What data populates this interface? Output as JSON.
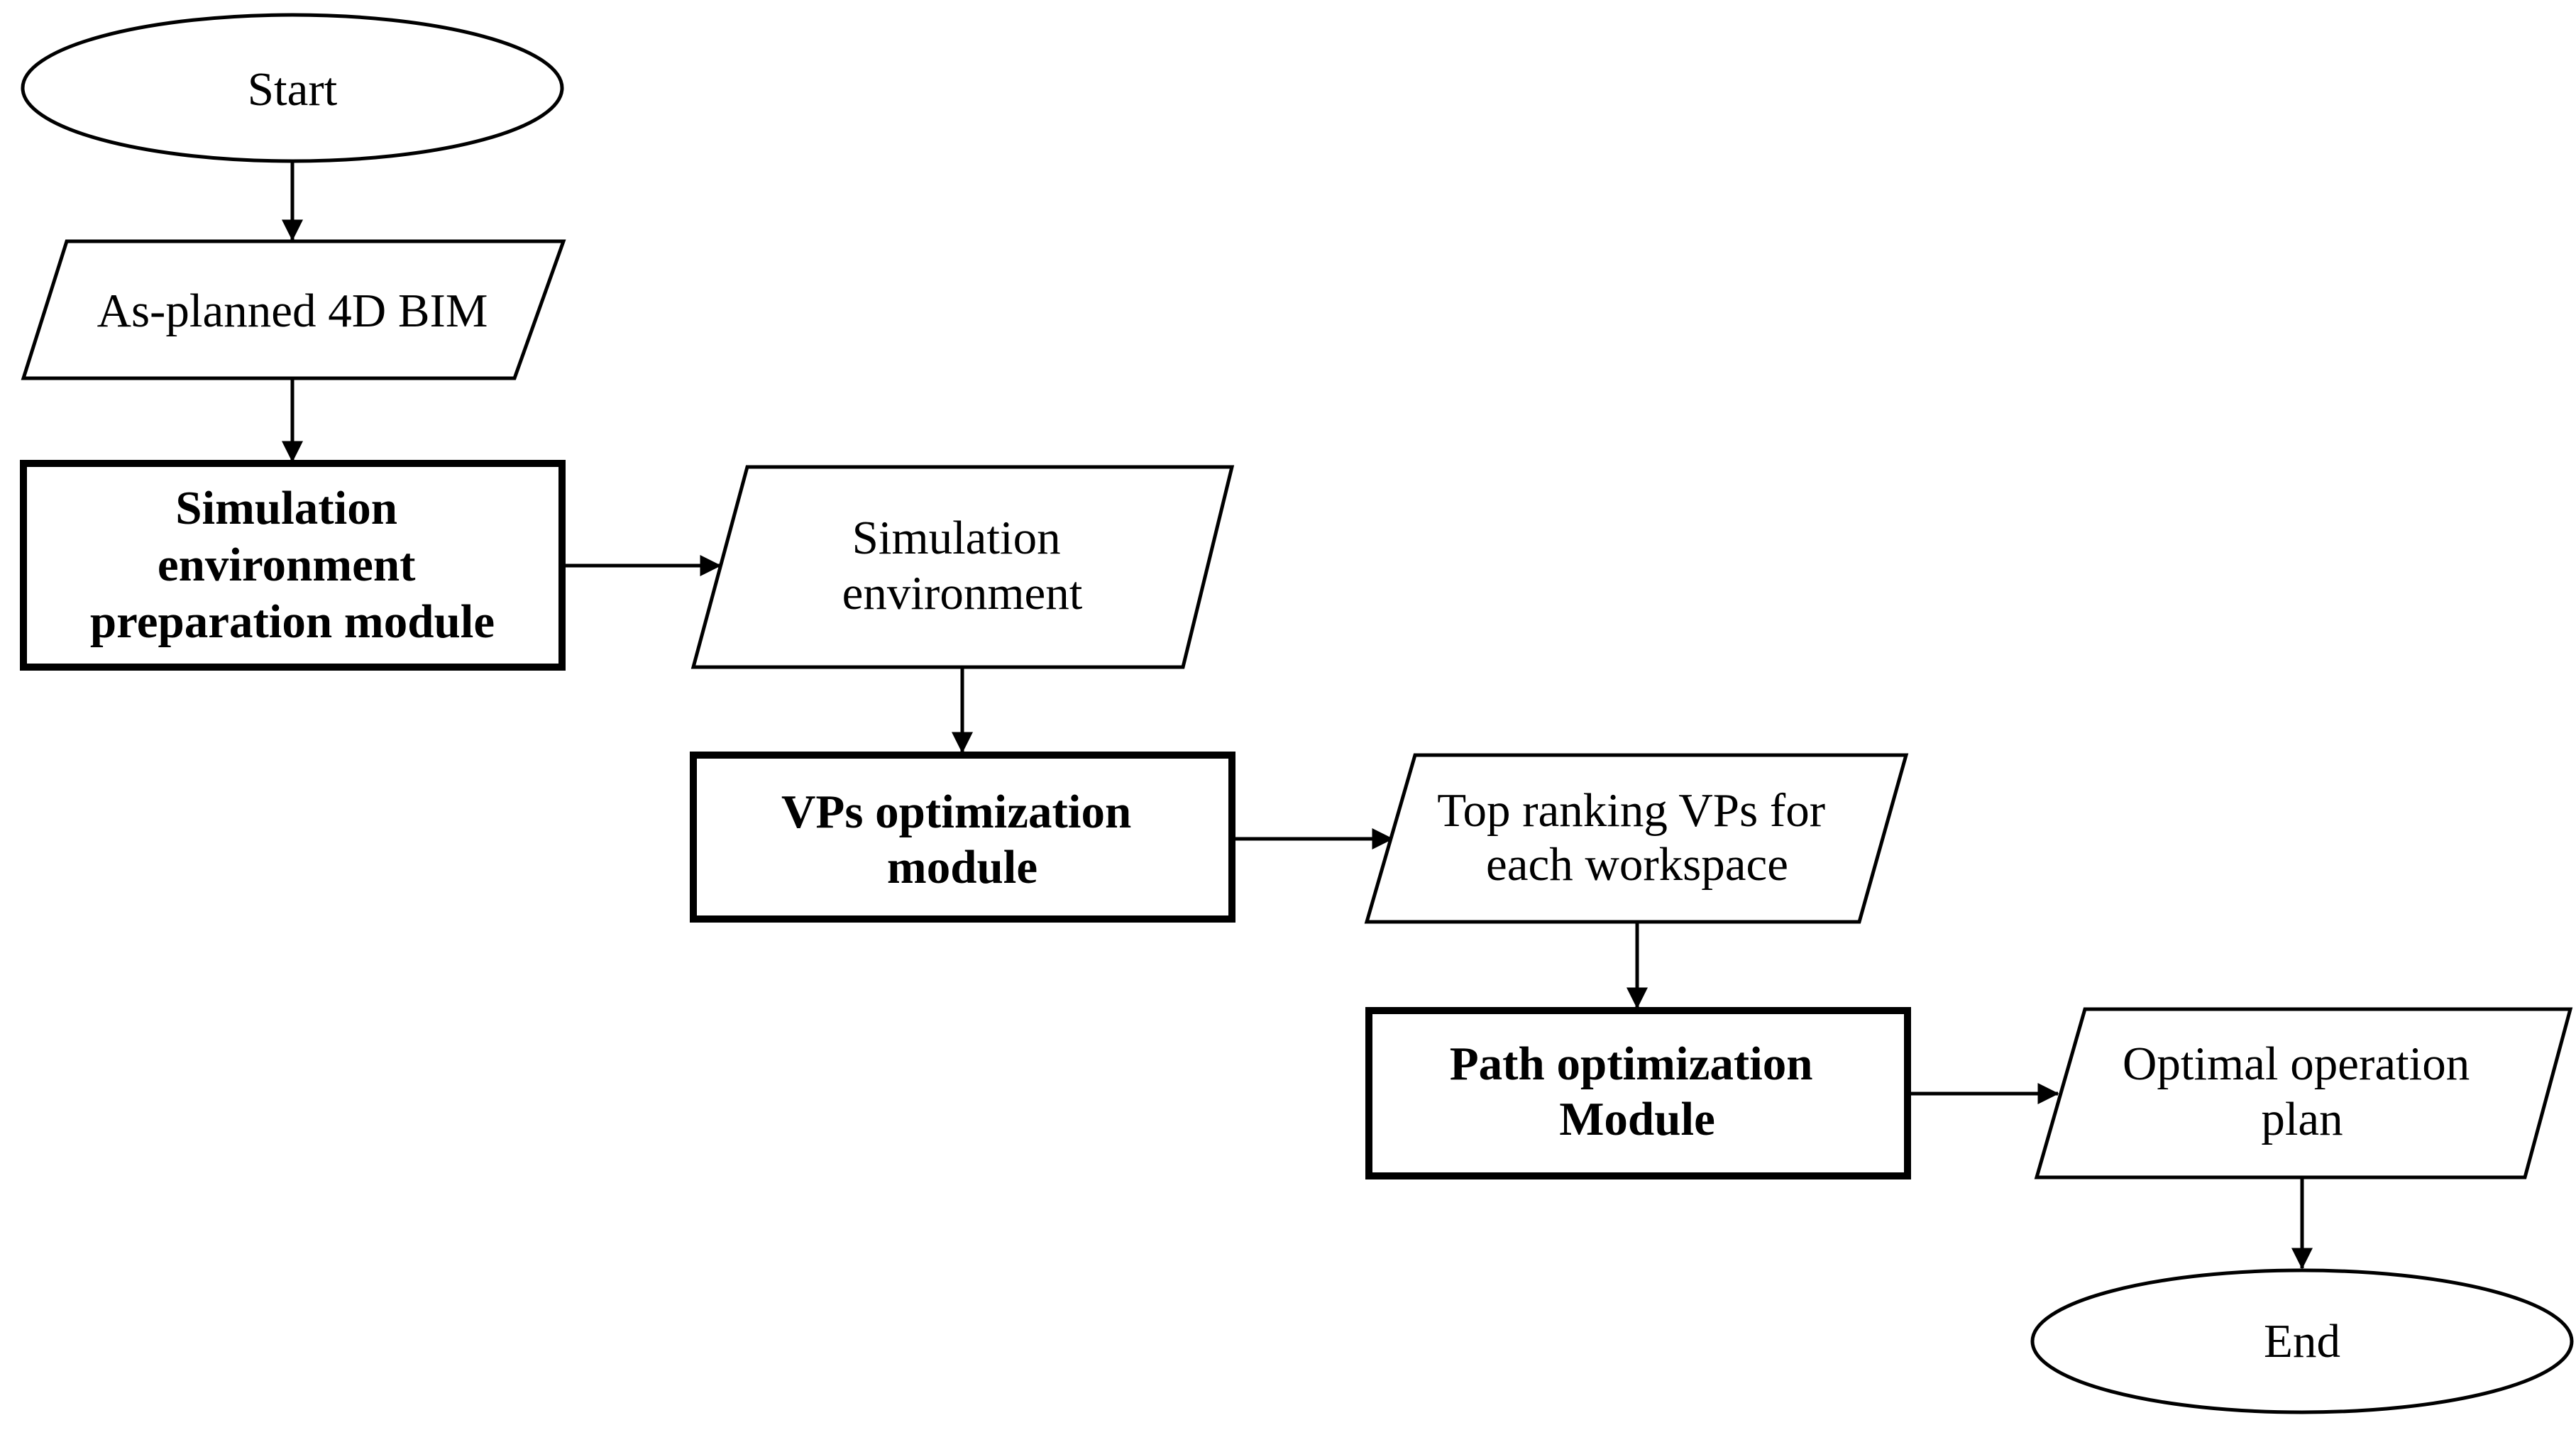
{
  "nodes": {
    "start": {
      "lines": [
        "Start"
      ]
    },
    "as_planned_bim": {
      "lines": [
        "As-planned 4D BIM"
      ]
    },
    "sim_env_prep_module": {
      "lines": [
        "Simulation",
        "environment",
        "preparation module"
      ]
    },
    "sim_env": {
      "lines": [
        "Simulation",
        "environment"
      ]
    },
    "vps_opt_module": {
      "lines": [
        "VPs optimization",
        "module"
      ]
    },
    "top_ranking_vps": {
      "lines": [
        "Top ranking VPs for",
        "each workspace"
      ]
    },
    "path_opt_module": {
      "lines": [
        "Path optimization",
        "Module"
      ]
    },
    "optimal_plan": {
      "lines": [
        "Optimal operation",
        "plan"
      ]
    },
    "end": {
      "lines": [
        "End"
      ]
    }
  }
}
